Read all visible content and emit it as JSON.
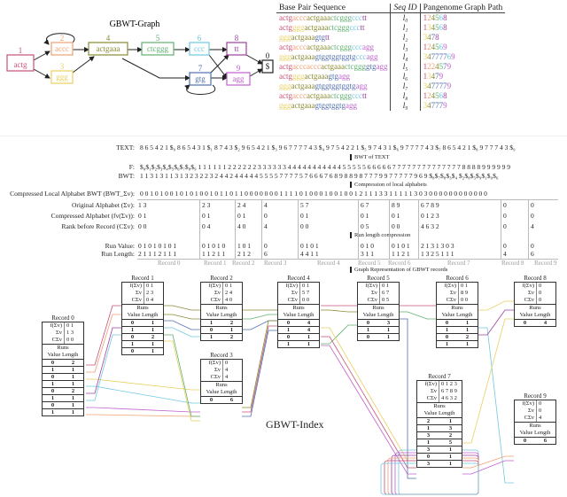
{
  "colors": {
    "1": "#c8507a",
    "2": "#f0a070",
    "3": "#e8d060",
    "4": "#8a8a30",
    "5": "#60b070",
    "6": "#70c8e0",
    "7": "#5070b0",
    "8": "#a040a0",
    "9": "#c060d0",
    "0": "#222222"
  },
  "graph": {
    "title": "GBWT-Graph",
    "nodes": [
      {
        "id": "1",
        "label": "actg"
      },
      {
        "id": "2",
        "label": "accc"
      },
      {
        "id": "3",
        "label": "ggg"
      },
      {
        "id": "4",
        "label": "actgaaa"
      },
      {
        "id": "5",
        "label": "ctcggg"
      },
      {
        "id": "6",
        "label": "ccc"
      },
      {
        "id": "7",
        "label": "gtg"
      },
      {
        "id": "8",
        "label": "tt"
      },
      {
        "id": "9",
        "label": "agg"
      },
      {
        "id": "0",
        "label": "$"
      }
    ]
  },
  "table": {
    "headers": [
      "Base Pair Sequence",
      "Seq ID",
      "Pangenome Graph Path"
    ],
    "rows": [
      {
        "id": "l₀",
        "path": "124568"
      },
      {
        "id": "l₁",
        "path": "134568"
      },
      {
        "id": "l₂",
        "path": "3478"
      },
      {
        "id": "l₃",
        "path": "124569"
      },
      {
        "id": "l₄",
        "path": "34777769"
      },
      {
        "id": "l₅",
        "path": "1224579"
      },
      {
        "id": "l₆",
        "path": "13479"
      },
      {
        "id": "l₇",
        "path": "3477779"
      },
      {
        "id": "l₈",
        "path": "124568"
      },
      {
        "id": "l₉",
        "path": "347779"
      }
    ]
  },
  "bwt": {
    "text_label": "TEXT:",
    "text": "8 6 5 4 2 1 $₀ 8 6 5 4 3 1 $₁ 8 7 4 3 $₂ 9 6 5 4 2 1 $₃ 9 6 7 7 7 7 4 3 $₄ 9 7 5 4 2 2 1 $₅ 9 7 4 3 1 $₆ 9 7 7 7 7 4 3 $₇ 8 6 5 4 2 1 $₈ 9 7 7 7 4 3 $₉",
    "arrow1": "BWT of TEXT",
    "f_label": "F:",
    "f": "$₀$₁$₂$₃$₄$₅$₆$₇$₈$₉ 1 1 1 1 1 1 2 2 2 2 2 2 3 3 3 3 3 3 4 4 4 4 4 4 4 4 4 4 4 5 5 5 5 5 6 6 6 6 6 7 7 7 7 7 7 7 7 7 7 7 7 7 7 8 8 8 8 9 9 9 9 9 9",
    "bwt_label": "BWT:",
    "bwt": "1 1 3 1 3 1 1 3 1 3 2 3 2 2 3 2 4 4 2 4 4 4 4 4 5 5 5 5 7 7 7 7 5 7 6 6 6 7 6 8 9 8 8 9 8 7 7 7 9 9 7 7 7 7 7 9 6 9 $₈$₇$₈$₃$₄ $₂$₈$₅$₉$₁$₀$₆",
    "arrow2": "Compression of local alphabets",
    "compressed_label": "Compressed Local Alphabet BWT (BWT_Σv):",
    "compressed": "0 0 1 0 1 0 0 1 0 1 0 1 0 0 1 0 1 1 0 1 1 0 0 0 0 0 0 0 1 1 1 1 0 1 0 0 0 1 0 0 1 0 0 1 2 1 1 1 3 3 1 1 1 1 1 3 0 3 0 0 0 0 0 0 0 0 0 0 0 0",
    "row_labels": [
      "Original Alphabet (Σv):",
      "Compressed Alphabet (fv(Σv)):",
      "Rank before Record (CΣv):",
      "Run Value:",
      "Run Length:"
    ],
    "arrow3": "Run length compression",
    "arrow4": "Graph Representation of GBWT records",
    "records": [
      {
        "name": "Record 0",
        "orig": "1 3",
        "comp": "0 1",
        "rank": "0 0",
        "rv": "0 1 0 1 0 1 0 1",
        "rl": "2 1 1 1 2 1 1 1"
      },
      {
        "name": "Record 1",
        "orig": "2 3",
        "comp": "0 1",
        "rank": "0 4",
        "rv": "0 1 0 1 0",
        "rl": "1 1 2 1 1"
      },
      {
        "name": "Record 2",
        "orig": "2 4",
        "comp": "0 1",
        "rank": "4 0",
        "rv": "1 0 1",
        "rl": "2 1 2"
      },
      {
        "name": "Record 3",
        "orig": "4",
        "comp": "0",
        "rank": "4",
        "rv": "0",
        "rl": "6"
      },
      {
        "name": "Record 4",
        "orig": "5 7",
        "comp": "0 1",
        "rank": "0 0",
        "rv": "0 1 0 1",
        "rl": "4 4 1 1"
      },
      {
        "name": "Record 5",
        "orig": "6 7",
        "comp": "0 1",
        "rank": "0 5",
        "rv": "0 1 0",
        "rl": "3 1 1"
      },
      {
        "name": "Record 6",
        "orig": "8 9",
        "comp": "0 1",
        "rank": "0 0",
        "rv": "0 1 0 1",
        "rl": "1 1 2 1"
      },
      {
        "name": "Record 7",
        "orig": "6 7 8 9",
        "comp": "0 1 2 3",
        "rank": "4 6 3 2",
        "rv": "2 1 3 1 3 0 3",
        "rl": "1 3 2 5 1 1 1"
      },
      {
        "name": "Record 8",
        "orig": "0",
        "comp": "0",
        "rank": "0",
        "rv": "0",
        "rl": "4"
      },
      {
        "name": "Record 9",
        "orig": "0",
        "comp": "0",
        "rank": "4",
        "rv": "0",
        "rl": "6"
      }
    ]
  },
  "index": {
    "title": "GBWT-Index",
    "f_label": "f(Σv)",
    "sigma_label": "Σv",
    "c_label": "CΣv",
    "runs_label": "Runs",
    "value_length_label": "Value Length",
    "records": [
      {
        "name": "Record 0",
        "f": "0 1",
        "s": "1 3",
        "c": "0 0",
        "runs": [
          [
            0,
            2
          ],
          [
            1,
            1
          ],
          [
            0,
            1
          ],
          [
            1,
            1
          ],
          [
            0,
            2
          ],
          [
            1,
            1
          ],
          [
            0,
            1
          ],
          [
            1,
            1
          ]
        ]
      },
      {
        "name": "Record 1",
        "f": "0 1",
        "s": "2 3",
        "c": "0 4",
        "runs": [
          [
            0,
            1
          ],
          [
            1,
            1
          ],
          [
            0,
            2
          ],
          [
            1,
            1
          ],
          [
            0,
            1
          ]
        ]
      },
      {
        "name": "Record 2",
        "f": "0 1",
        "s": "2 4",
        "c": "4 0",
        "runs": [
          [
            1,
            2
          ],
          [
            0,
            1
          ],
          [
            1,
            2
          ]
        ]
      },
      {
        "name": "Record 3",
        "f": "0",
        "s": "4",
        "c": "4",
        "runs": [
          [
            0,
            6
          ]
        ]
      },
      {
        "name": "Record 4",
        "f": "0 1",
        "s": "5 7",
        "c": "0 0",
        "runs": [
          [
            0,
            4
          ],
          [
            1,
            4
          ],
          [
            0,
            1
          ],
          [
            1,
            1
          ]
        ]
      },
      {
        "name": "Record 5",
        "f": "0 1",
        "s": "6 7",
        "c": "0 5",
        "runs": [
          [
            0,
            3
          ],
          [
            1,
            1
          ],
          [
            0,
            1
          ]
        ]
      },
      {
        "name": "Record 6",
        "f": "0 1",
        "s": "8 9",
        "c": "0 0",
        "runs": [
          [
            0,
            1
          ],
          [
            1,
            1
          ],
          [
            0,
            2
          ],
          [
            1,
            1
          ]
        ]
      },
      {
        "name": "Record 7",
        "f": "0 1 2 3",
        "s": "6 7 8 9",
        "c": "4 6 3 2",
        "runs": [
          [
            2,
            1
          ],
          [
            1,
            3
          ],
          [
            3,
            2
          ],
          [
            1,
            5
          ],
          [
            3,
            1
          ],
          [
            0,
            1
          ],
          [
            3,
            1
          ]
        ]
      },
      {
        "name": "Record 8",
        "f": "0",
        "s": "0",
        "c": "0",
        "runs": [
          [
            0,
            4
          ]
        ]
      },
      {
        "name": "Record 9",
        "f": "0",
        "s": "0",
        "c": "4",
        "runs": [
          [
            0,
            6
          ]
        ]
      }
    ]
  }
}
